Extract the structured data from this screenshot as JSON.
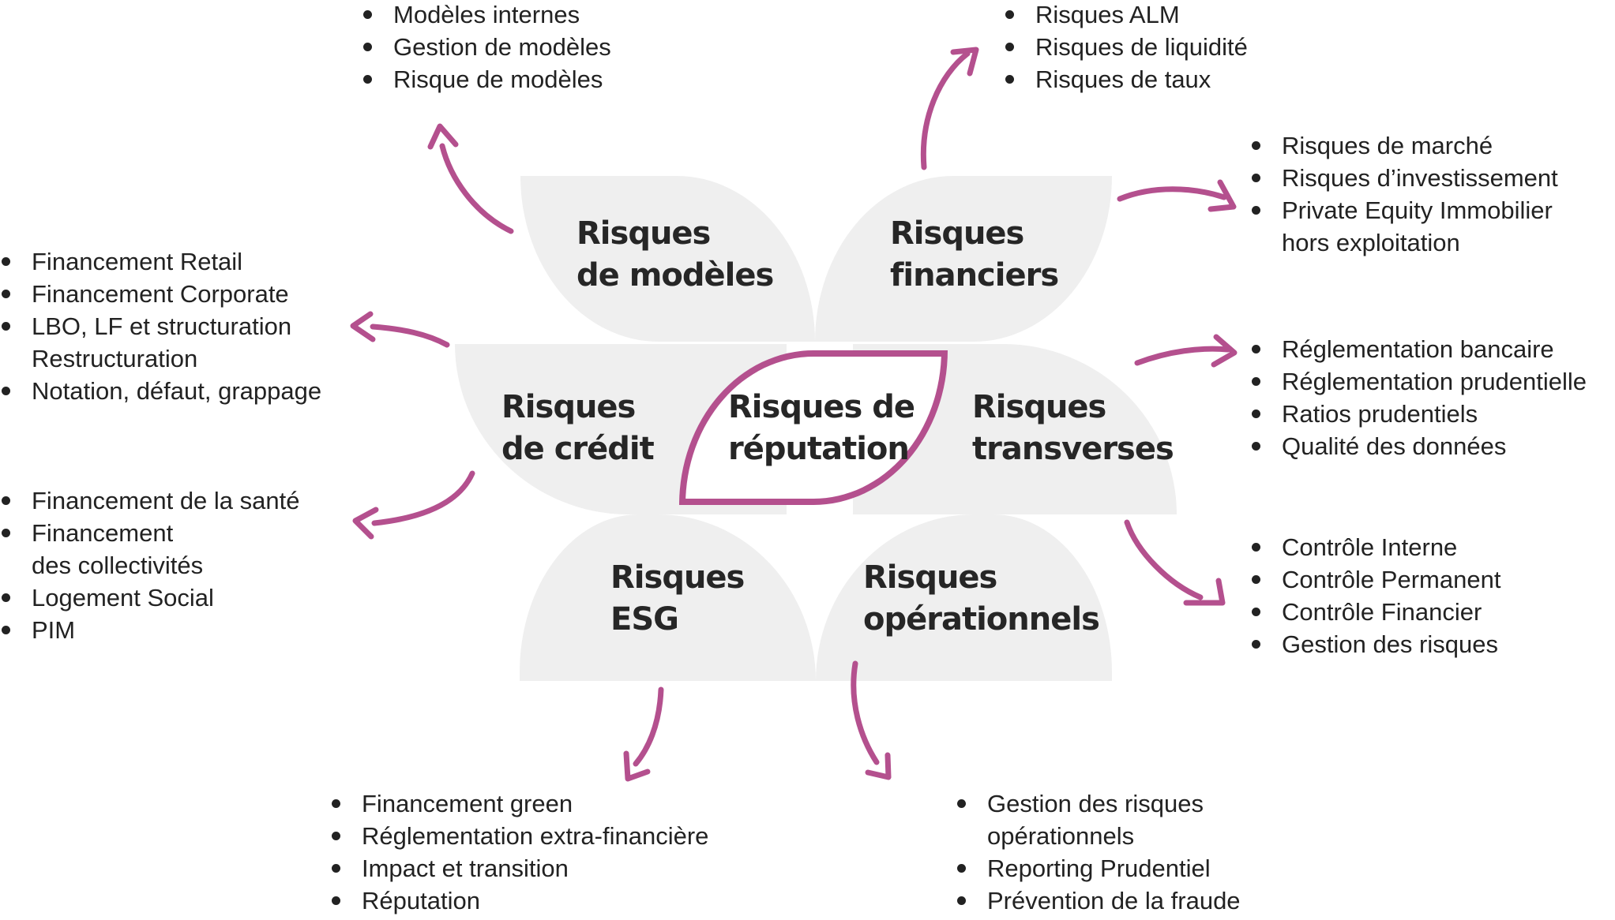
{
  "colors": {
    "accent": "#b4508e",
    "leaf_fill": "#efefef",
    "text": "#222222"
  },
  "center": {
    "title_line1": "Risques de",
    "title_line2": "réputation"
  },
  "categories": {
    "modeles": {
      "title_line1": "Risques",
      "title_line2": "de modèles",
      "items": [
        {
          "text": "Modèles internes"
        },
        {
          "text": "Gestion de modèles"
        },
        {
          "text": "Risque de modèles"
        }
      ]
    },
    "financiers": {
      "title_line1": "Risques",
      "title_line2": "financiers",
      "items_top": [
        {
          "text": "Risques ALM"
        },
        {
          "text": "Risques de liquidité"
        },
        {
          "text": "Risques de taux"
        }
      ],
      "items_right": [
        {
          "text": "Risques de marché"
        },
        {
          "text": "Risques d’investissement"
        },
        {
          "text": "Private Equity Immobilier",
          "text2": "hors exploitation"
        }
      ]
    },
    "credit": {
      "title_line1": "Risques",
      "title_line2": "de crédit",
      "items_top": [
        {
          "text": "Financement Retail"
        },
        {
          "text": "Financement Corporate"
        },
        {
          "text": "LBO, LF et structuration",
          "text2": "Restructuration"
        },
        {
          "text": "Notation, défaut, grappage"
        }
      ],
      "items_bottom": [
        {
          "text": "Financement de la santé"
        },
        {
          "text": "Financement",
          "text2": "des collectivités"
        },
        {
          "text": "Logement Social"
        },
        {
          "text": "PIM"
        }
      ]
    },
    "transverses": {
      "title_line1": "Risques",
      "title_line2": "transverses",
      "items_top": [
        {
          "text": "Réglementation bancaire"
        },
        {
          "text": "Réglementation prudentielle"
        },
        {
          "text": "Ratios prudentiels"
        },
        {
          "text": "Qualité des données"
        }
      ],
      "items_bottom": [
        {
          "text": "Contrôle Interne"
        },
        {
          "text": "Contrôle Permanent"
        },
        {
          "text": "Contrôle Financier"
        },
        {
          "text": "Gestion des risques"
        }
      ]
    },
    "esg": {
      "title_line1": "Risques",
      "title_line2": "ESG",
      "items": [
        {
          "text": "Financement green"
        },
        {
          "text": "Réglementation extra-financière"
        },
        {
          "text": "Impact et transition"
        },
        {
          "text": "Réputation"
        }
      ]
    },
    "operationnels": {
      "title_line1": "Risques",
      "title_line2": "opérationnels",
      "items": [
        {
          "text": "Gestion des risques",
          "text2": "opérationnels"
        },
        {
          "text": "Reporting Prudentiel"
        },
        {
          "text": "Prévention de la fraude"
        }
      ]
    }
  }
}
